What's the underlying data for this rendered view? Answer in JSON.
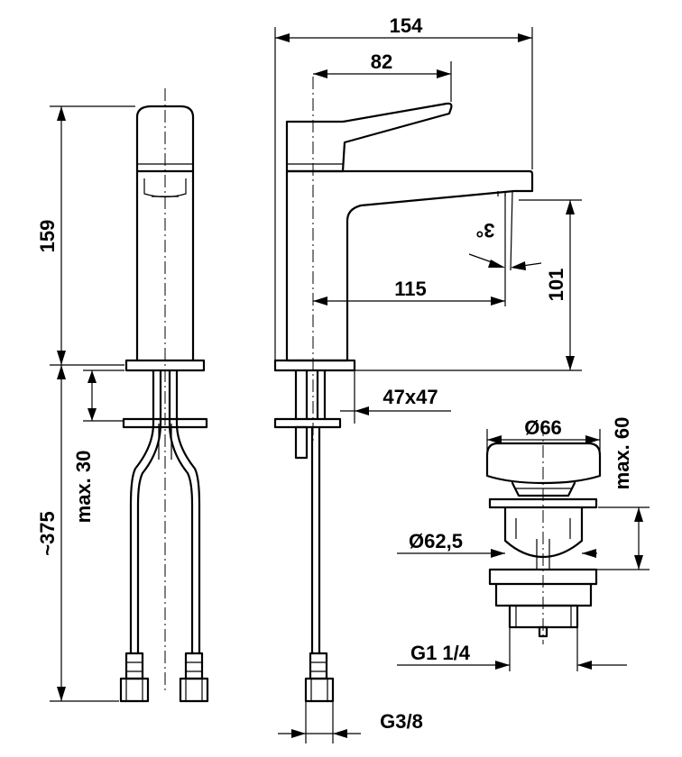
{
  "dimensions": {
    "width_total": "154",
    "lever_length": "82",
    "spout_reach": "115",
    "spout_height": "101",
    "angle": "3°",
    "body_height": "159",
    "hose_length": "~375",
    "max_deck": "max. 30",
    "base_size": "47x47",
    "thread_hose": "G3/8",
    "waste_cap_dia": "Ø66",
    "waste_height": "max. 60",
    "waste_dia": "Ø62,5",
    "waste_thread": "G1 1/4"
  }
}
